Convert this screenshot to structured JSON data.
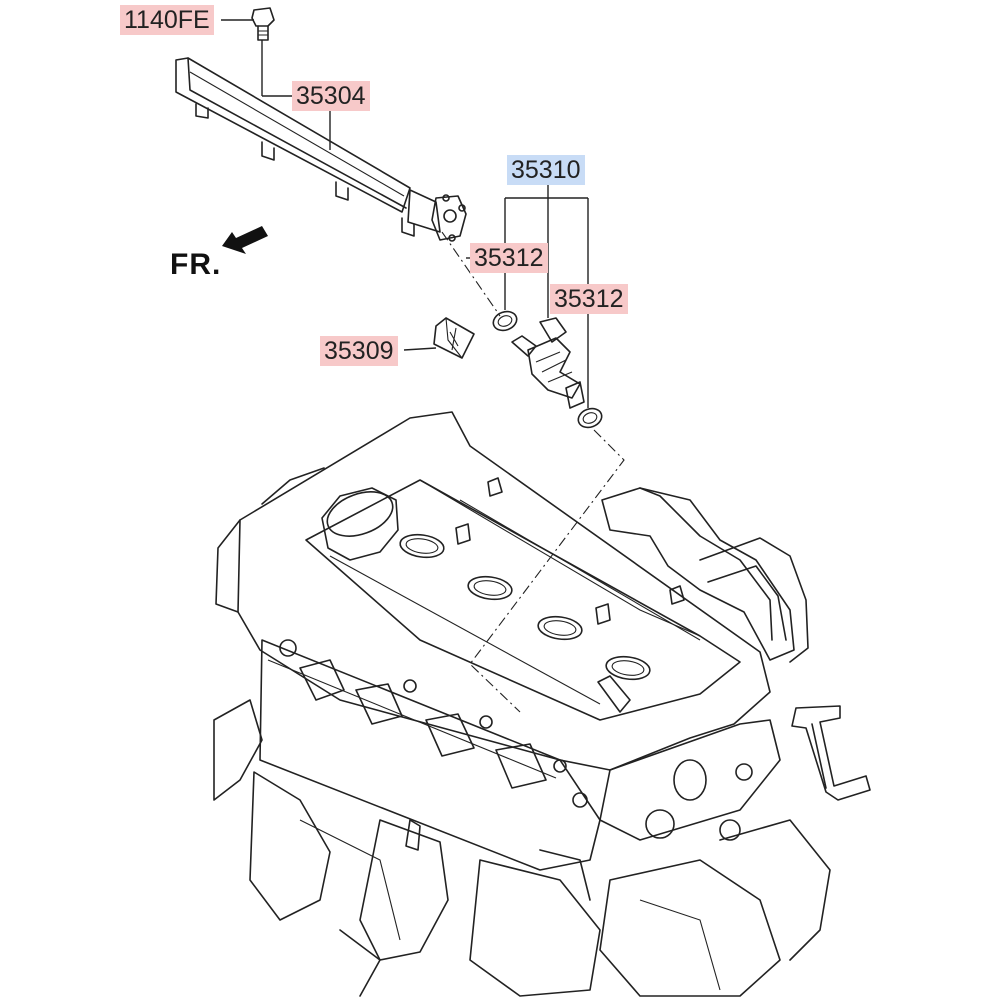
{
  "labels": {
    "bolt": "1140FE",
    "fuel_rail": "35304",
    "injector_assy": "35310",
    "o_ring_upper": "35312",
    "o_ring_lower": "35312",
    "clip": "35309"
  },
  "direction_marker": "FR.",
  "colors": {
    "callout_standard": "#f7c9c9",
    "callout_assembly": "#c8dcf6",
    "line_art": "#222222"
  }
}
